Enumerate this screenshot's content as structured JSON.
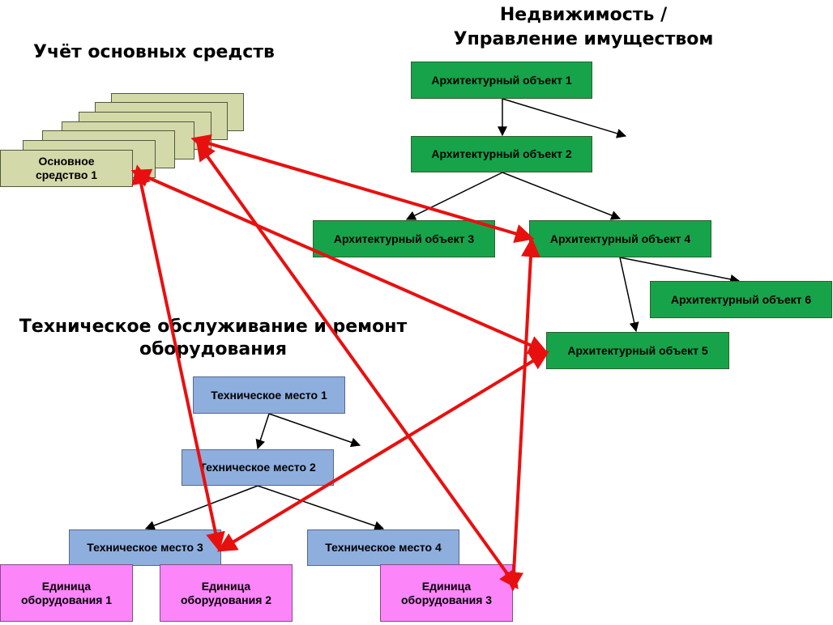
{
  "headings": {
    "fixed_assets": "Учёт основных средств",
    "real_estate_line1": "Недвижимость /",
    "real_estate_line2": "Управление имуществом",
    "maintenance_line1": "Техническое обслуживание и ремонт",
    "maintenance_line2": "оборудования"
  },
  "fixed_asset": {
    "label": "Основное\nсредство 1",
    "stack_count": 6
  },
  "architectural_objects": [
    "Архитектурный объект 1",
    "Архитектурный объект 2",
    "Архитектурный объект 3",
    "Архитектурный объект 4",
    "Архитектурный объект 5",
    "Архитектурный объект 6"
  ],
  "technical_places": [
    "Техническое место 1",
    "Техническое место 2",
    "Техническое место 3",
    "Техническое место 4"
  ],
  "equipment": [
    "Единица\nоборудования 1",
    "Единица\nоборудования 2",
    "Единица\nоборудования 3"
  ],
  "colors": {
    "architectural_object": "#17a34a",
    "technical_place": "#8eaede",
    "equipment": "#fb85f9",
    "fixed_asset": "#d4d9a9",
    "hierarchy_arrow": "#000000",
    "cross_link_arrow": "#e8100f"
  },
  "hierarchy_links": [
    [
      "arch-1",
      "arch-2"
    ],
    [
      "arch-1",
      "arch-continuation"
    ],
    [
      "arch-2",
      "arch-3"
    ],
    [
      "arch-2",
      "arch-4"
    ],
    [
      "arch-4",
      "arch-6"
    ],
    [
      "arch-4",
      "arch-5"
    ],
    [
      "tech-1",
      "tech-2"
    ],
    [
      "tech-1",
      "tech-continuation"
    ],
    [
      "tech-2",
      "tech-3"
    ],
    [
      "tech-2",
      "tech-4"
    ]
  ],
  "cross_links": [
    [
      "fixed-asset-stack",
      "arch-4"
    ],
    [
      "fixed-asset-1",
      "arch-5"
    ],
    [
      "fixed-asset-1",
      "tech-3"
    ],
    [
      "fixed-asset-stack",
      "equip-3"
    ],
    [
      "arch-5",
      "tech-3"
    ],
    [
      "arch-4",
      "equip-3"
    ]
  ]
}
